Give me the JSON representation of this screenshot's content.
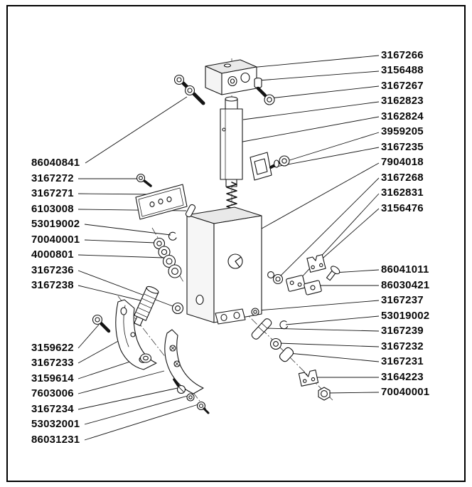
{
  "document": {
    "type": "exploded-parts-diagram"
  },
  "colors": {
    "background": "#ffffff",
    "line": "#141414",
    "frame": "#000000"
  },
  "labels": {
    "left": [
      "86040841",
      "3167272",
      "3167271",
      "6103008",
      "53019002",
      "70040001",
      "4000801",
      "3167236",
      "3167238",
      "3159622",
      "3167233",
      "3159614",
      "7603006",
      "3167234",
      "53032001",
      "86031231"
    ],
    "right": [
      "3167266",
      "3156488",
      "3167267",
      "3162823",
      "3162824",
      "3959205",
      "3167235",
      "7904018",
      "3167268",
      "3162831",
      "3156476",
      "86041011",
      "86030421",
      "3167237",
      "53019002",
      "3167239",
      "3167232",
      "3167231",
      "3164223",
      "70040001"
    ]
  }
}
